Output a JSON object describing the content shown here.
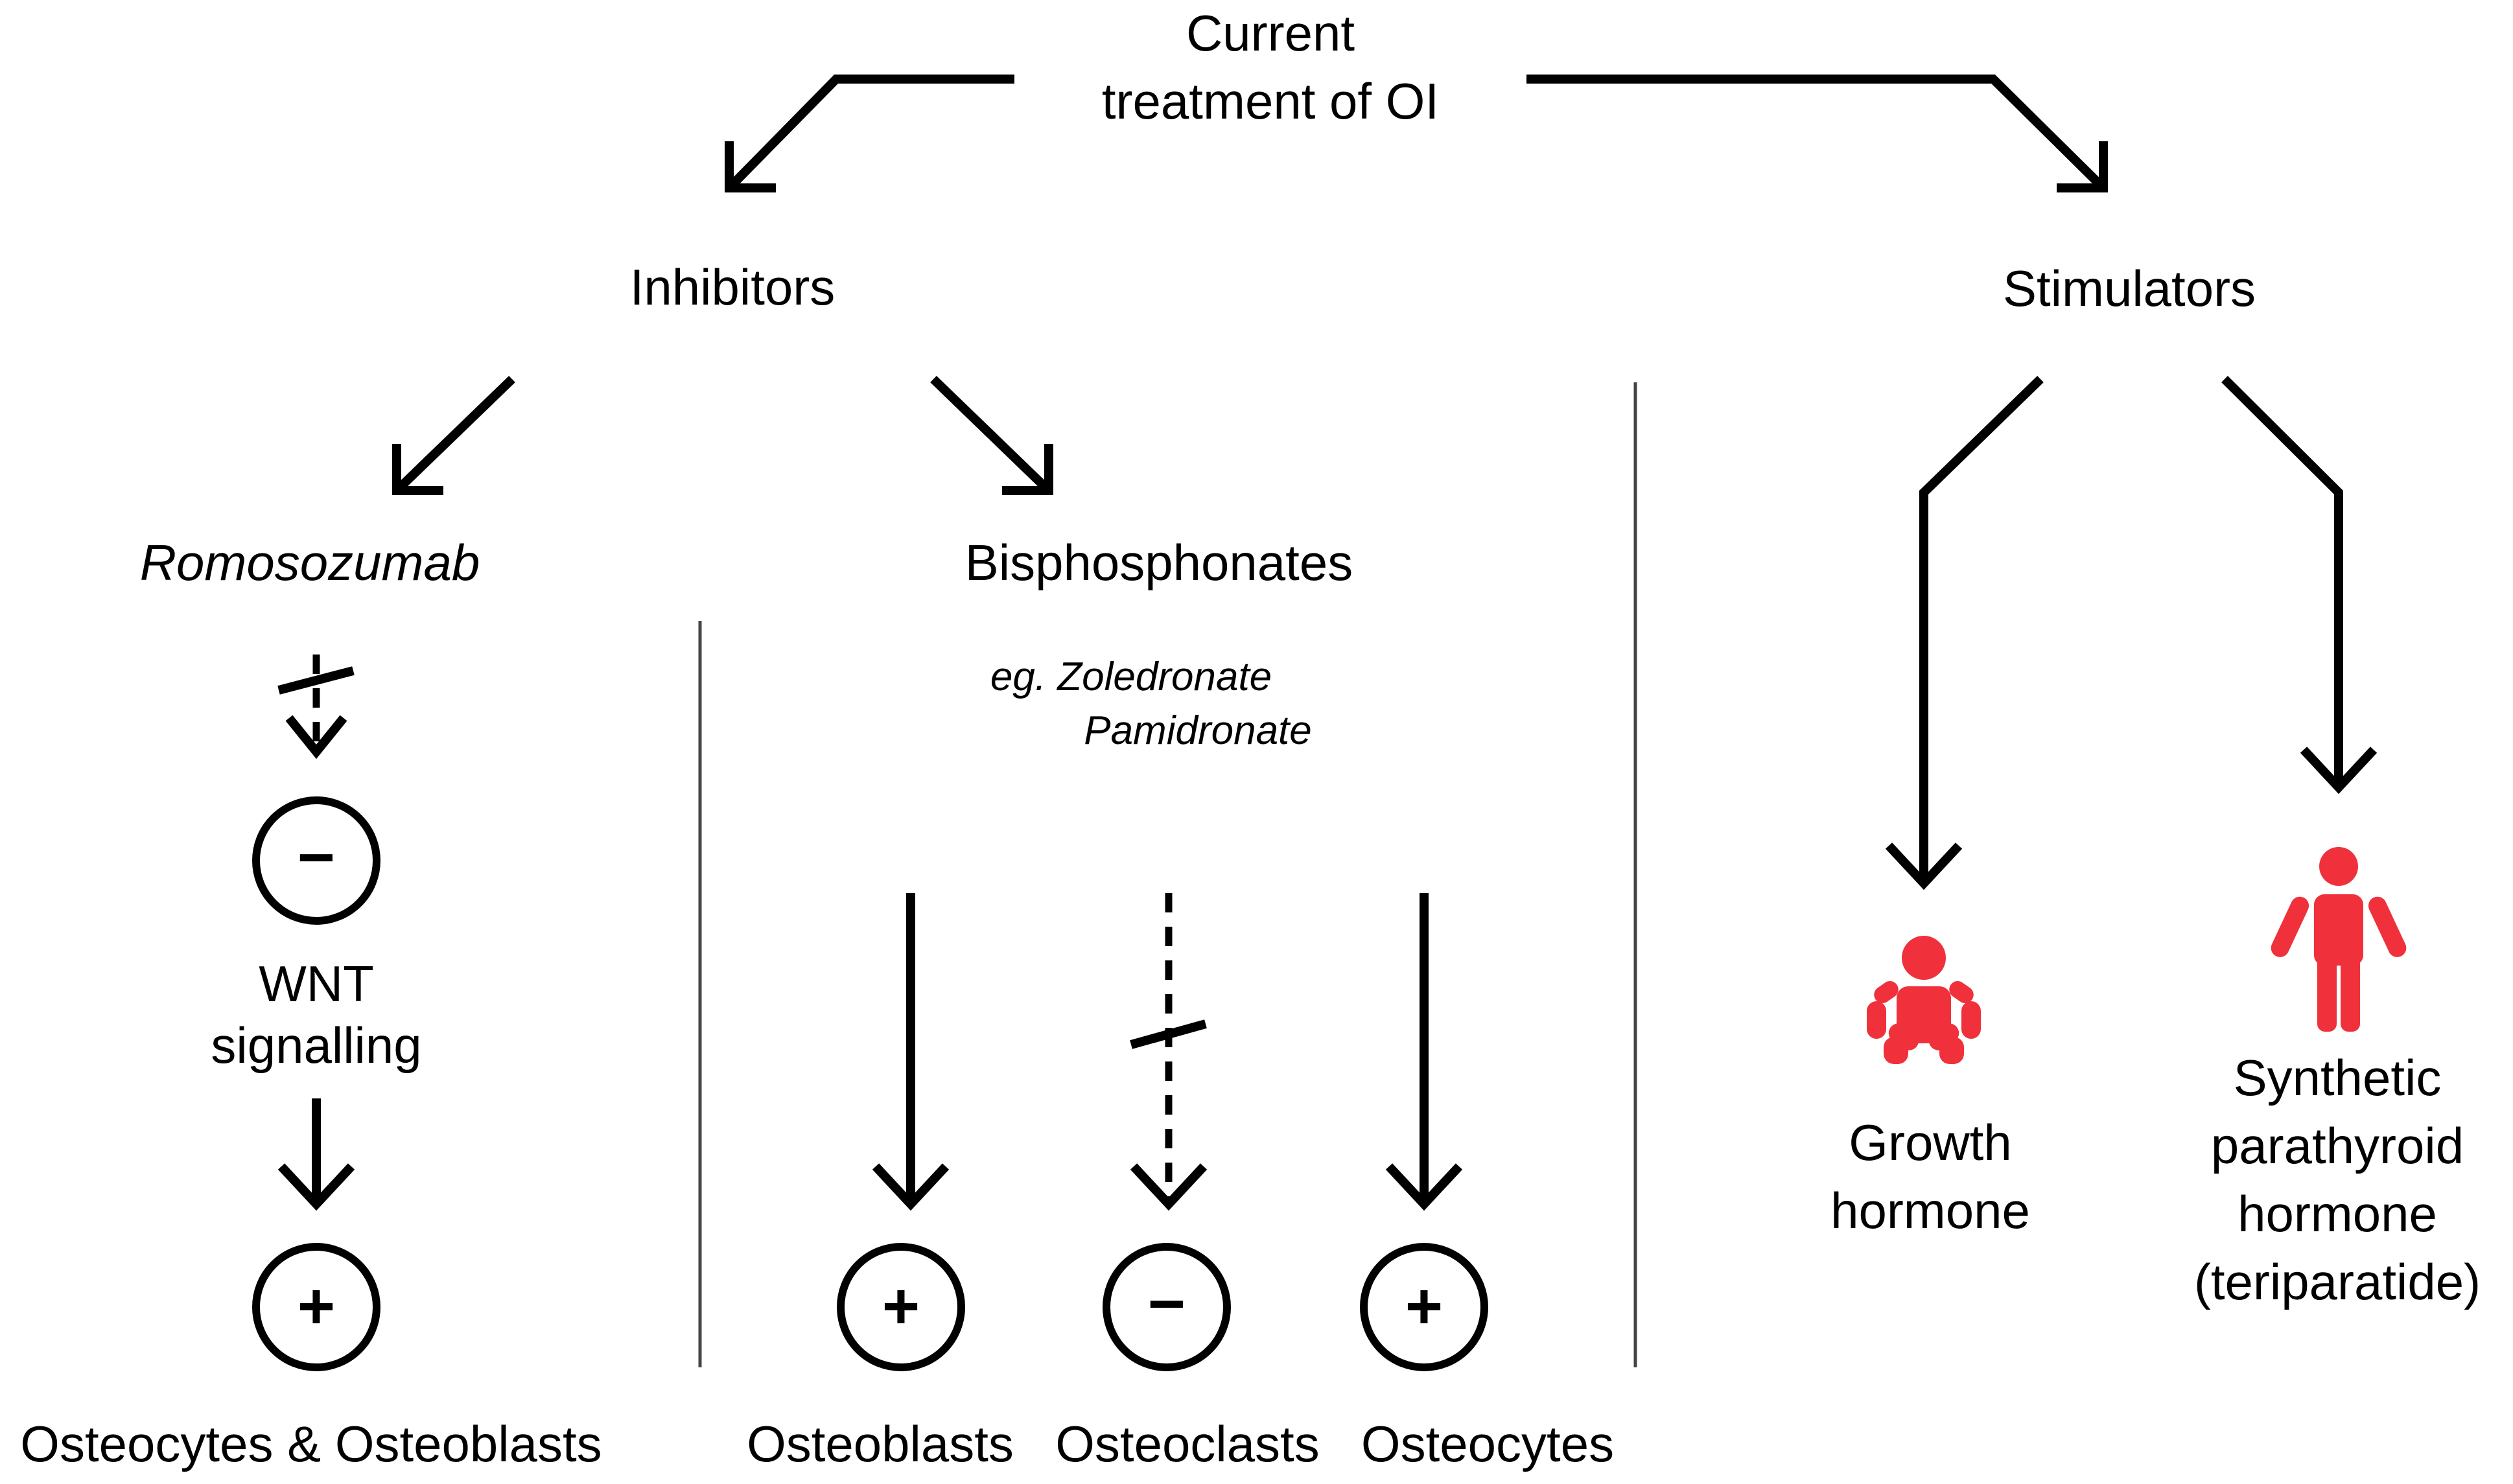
{
  "title": {
    "line1": "Current",
    "line2": "treatment of OI"
  },
  "branches": {
    "inhibitors": "Inhibitors",
    "stimulators": "Stimulators"
  },
  "romosozumab": {
    "name": "Romosozumab",
    "effect_symbol": "−",
    "pathway_line1": "WNT",
    "pathway_line2": "signalling",
    "target_symbol": "+",
    "target": "Osteocytes & Osteoblasts"
  },
  "bisphosphonates": {
    "name": "Bisphosphonates",
    "examples_line1": "eg. Zoledronate",
    "examples_line2": "Pamidronate",
    "targets": [
      {
        "symbol": "+",
        "label": "Osteoblasts"
      },
      {
        "symbol": "−",
        "label": "Osteoclasts"
      },
      {
        "symbol": "+",
        "label": "Osteocytes"
      }
    ]
  },
  "stimulators": {
    "growth_hormone": {
      "line1": "Growth",
      "line2": "hormone",
      "icon": "baby-icon"
    },
    "teriparatide": {
      "line1": "Synthetic",
      "line2": "parathyroid",
      "line3": "hormone",
      "line4": "(teriparatide)",
      "icon": "child-icon"
    },
    "icon_color": "#f0313c"
  }
}
